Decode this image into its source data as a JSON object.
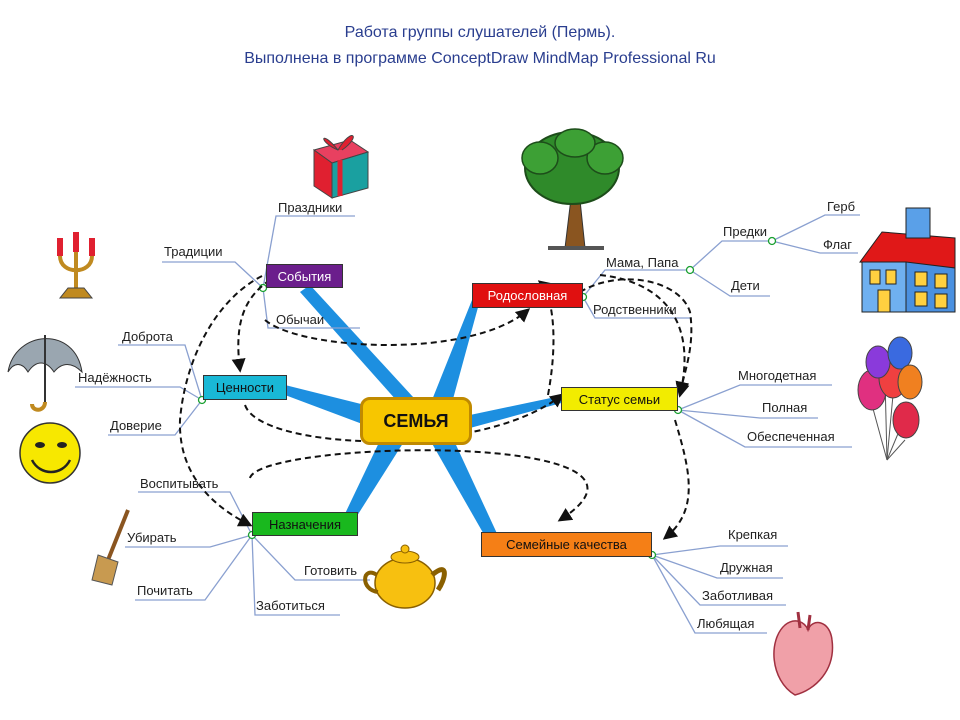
{
  "title": {
    "line1": "Работа группы слушателей (Пермь).",
    "line2": "Выполнена в программе ConceptDraw  MindMap  Professional Ru"
  },
  "center": {
    "label": "СЕМЬЯ",
    "color": "#f7c600"
  },
  "branches": {
    "sobytiya": {
      "label": "События",
      "color": "#6b1e8c",
      "text_color": "#ffffff"
    },
    "tsennosti": {
      "label": "Ценности",
      "color": "#19b8d6",
      "text_color": "#111111"
    },
    "naznacheniya": {
      "label": "Назначения",
      "color": "#19b81e",
      "text_color": "#111111"
    },
    "rodoslovnaya": {
      "label": "Родословная",
      "color": "#e01010",
      "text_color": "#ffffff"
    },
    "status": {
      "label": "Статус семьи",
      "color": "#f2ec00",
      "text_color": "#111111"
    },
    "kachestva": {
      "label": "Семейные качества",
      "color": "#f57f16",
      "text_color": "#111111"
    }
  },
  "leaves": {
    "sobytiya": [
      "Праздники",
      "Традиции",
      "Обычаи"
    ],
    "tsennosti": [
      "Доброта",
      "Надёжность",
      "Доверие"
    ],
    "naznacheniya": [
      "Воспитывать",
      "Убирать",
      "Почитать",
      "Готовить",
      "Заботиться"
    ],
    "rodoslovnaya": [
      "Мама, Папа",
      "Родственники"
    ],
    "mama_papa": [
      "Предки",
      "Дети"
    ],
    "predki": [
      "Герб",
      "Флаг"
    ],
    "status": [
      "Многодетная",
      "Полная",
      "Обеспеченная"
    ],
    "kachestva": [
      "Крепкая",
      "Дружная",
      "Заботливая",
      "Любящая"
    ]
  },
  "pictures": [
    "gift-picture",
    "tree-picture",
    "house-picture",
    "candlestick-picture",
    "umbrella-picture",
    "smiley-picture",
    "balloons-picture",
    "broom-picture",
    "teapot-picture",
    "heart-picture"
  ],
  "colors": {
    "spoke": "#1d8fe0",
    "line": "#8aa0d0",
    "dashed": "#111111",
    "title": "#2a3e8f"
  }
}
